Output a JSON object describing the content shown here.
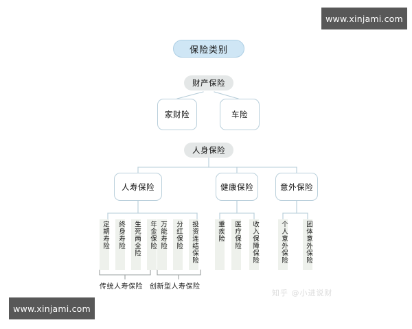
{
  "diagram": {
    "root": {
      "label": "保险类别"
    },
    "property": {
      "label": "财产保险",
      "children": [
        {
          "label": "家财险"
        },
        {
          "label": "车险"
        }
      ]
    },
    "personal": {
      "label": "人身保险",
      "children": [
        {
          "label": "人寿保险"
        },
        {
          "label": "健康保险"
        },
        {
          "label": "意外保险"
        }
      ]
    },
    "life_leaves_traditional": [
      {
        "label": "定期寿险"
      },
      {
        "label": "终身寿险"
      },
      {
        "label": "生死两全险"
      },
      {
        "label": "年金保险"
      }
    ],
    "life_leaves_innovative": [
      {
        "label": "万能寿险"
      },
      {
        "label": "分红保险"
      },
      {
        "label": "投资连结保险"
      }
    ],
    "health_leaves": [
      {
        "label": "重疾险"
      },
      {
        "label": "医疗保险"
      },
      {
        "label": "收入保障保险"
      }
    ],
    "accident_leaves": [
      {
        "label": "个人意外保险"
      },
      {
        "label": "团体意外保险"
      }
    ],
    "group_captions": {
      "traditional": "传统人寿保险",
      "innovative": "创新型人寿保险"
    }
  },
  "watermarks": {
    "top_right": "www.xinjami.com",
    "bottom_left": "www.xinjami.com",
    "zhihu": "知乎 @小进说财"
  },
  "colors": {
    "root_fill": "#cfe6f5",
    "root_border": "#aecfe4",
    "oval_fill": "#e4e7e7",
    "box_border": "#b9cfdb",
    "chip_fill": "#eef1ec",
    "wire": "#b5ccd8",
    "bracket": "#9aa0a0",
    "watermark_bg": "#585858"
  }
}
